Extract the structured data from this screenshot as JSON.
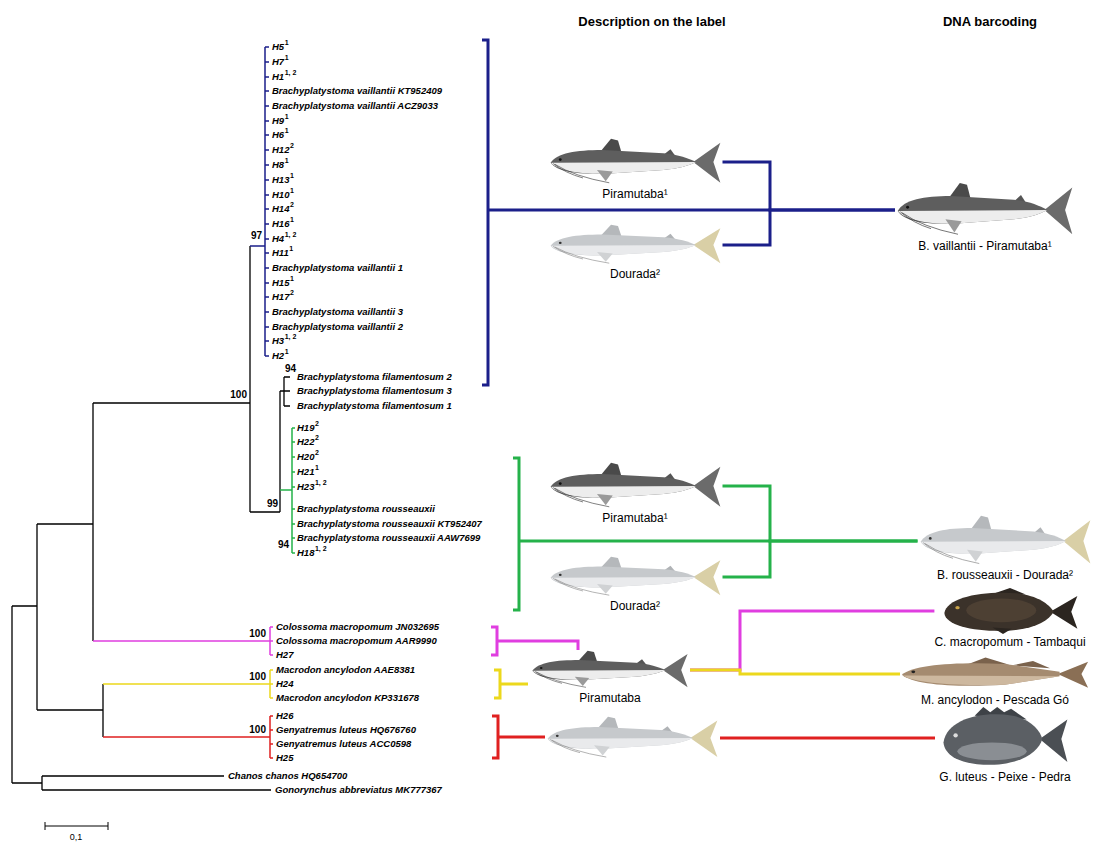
{
  "diagram": {
    "nodes": [
      {
        "text": [
          "Piramutaba¹"
        ]
      },
      {
        "text": [
          "Dourada²"
        ]
      },
      {
        "text": [
          "B. vaillantii - Piramutaba¹"
        ]
      },
      {
        "text": [
          "Piramutaba¹"
        ]
      },
      {
        "text": [
          "Dourada²"
        ]
      },
      {
        "text": [
          "B. rousseauxii - Dourada²"
        ]
      },
      {
        "text": [
          "Piramutaba"
        ]
      },
      {
        "text": [
          "C. macropomum - Tambaqui"
        ]
      },
      {
        "text": [
          "M. ancylodon - Pescada Gó"
        ]
      },
      {
        "text": [
          "G. luteus - Peixe - Pedra"
        ]
      }
    ],
    "edges": [
      {
        "from": 0,
        "to": 2,
        "arrow": "none"
      },
      {
        "from": 1,
        "to": 2,
        "arrow": "none"
      },
      {
        "from": 3,
        "to": 5,
        "arrow": "none"
      },
      {
        "from": 4,
        "to": 5,
        "arrow": "none"
      },
      {
        "from": 6,
        "to": 7,
        "arrow": "none"
      },
      {
        "from": 6,
        "to": 8,
        "arrow": "none"
      }
    ],
    "labels": [
      "Description on the label",
      "DNA barcoding",
      "H5",
      "1",
      "H7",
      "1",
      "H1",
      "1, 2",
      "Brachyplatystoma vaillantii KT952409",
      "Brachyplatystoma vaillantii ACZ9033",
      "H9",
      "1",
      "H6",
      "1",
      "H12",
      "2",
      "H8",
      "1",
      "H13",
      "1",
      "H10",
      "1",
      "H14",
      "2",
      "H16",
      "1",
      "H4",
      "1, 2",
      "H11",
      "1",
      "Brachyplatystoma vaillantii 1",
      "H15",
      "1",
      "H17",
      "2",
      "Brachyplatystoma vaillantii 3",
      "Brachyplatystoma vaillantii 2",
      "H3",
      "1, 2",
      "H2",
      "1",
      "Brachyplatystoma filamentosum 2",
      "Brachyplatystoma filamentosum 3",
      "Brachyplatystoma filamentosum 1",
      "H19",
      "2",
      "H22",
      "2",
      "H20",
      "2",
      "H21",
      "1",
      "H23",
      "1, 2",
      "Brachyplatystoma rousseauxii",
      "Brachyplatystoma rousseauxii KT952407",
      "Brachyplatystoma rousseauxii AAW7699",
      "H18",
      "1, 2",
      "Colossoma macropomum JN032695",
      "Colossoma macropomum AAR9990",
      "H27",
      "Macrodon ancylodon AAE8381",
      "H24",
      "Macrodon ancylodon KP331678",
      "H26",
      "Genyatremus luteus HQ676760",
      "Genyatremus luteus ACC0598",
      "H25",
      "Chanos chanos HQ654700",
      "Gonorynchus abbreviatus MK777367",
      "97",
      "100",
      "94",
      "99",
      "94",
      "100",
      "100",
      "100",
      "0,1"
    ]
  }
}
